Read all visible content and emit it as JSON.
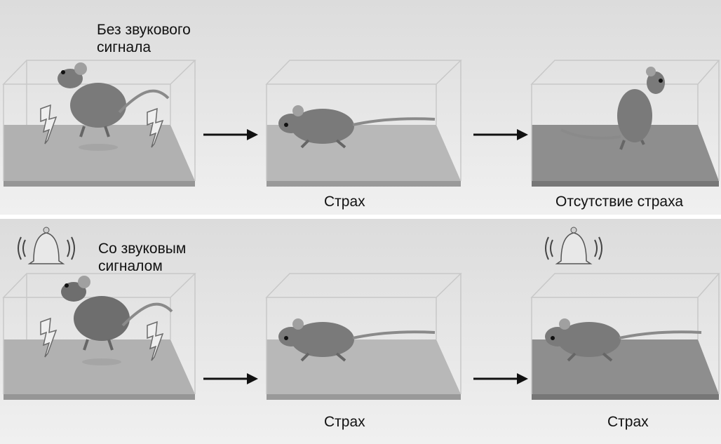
{
  "rows": [
    {
      "label": "Без звукового\nсигнала",
      "captions": [
        "",
        "Страх",
        "Отсутствие страха"
      ]
    },
    {
      "label": "Со звуковым\nсигналом",
      "captions": [
        "",
        "Страх",
        "Страх"
      ]
    }
  ],
  "icons": {
    "shock": "lightning-bolt-icon",
    "bell": "bell-icon",
    "arrow": "arrow-right-icon",
    "animal": "mouse-icon"
  },
  "colors": {
    "floor": "#b1b1b1",
    "floor_dark": "#8e8e8e",
    "mouse": "#7a7a7a"
  }
}
